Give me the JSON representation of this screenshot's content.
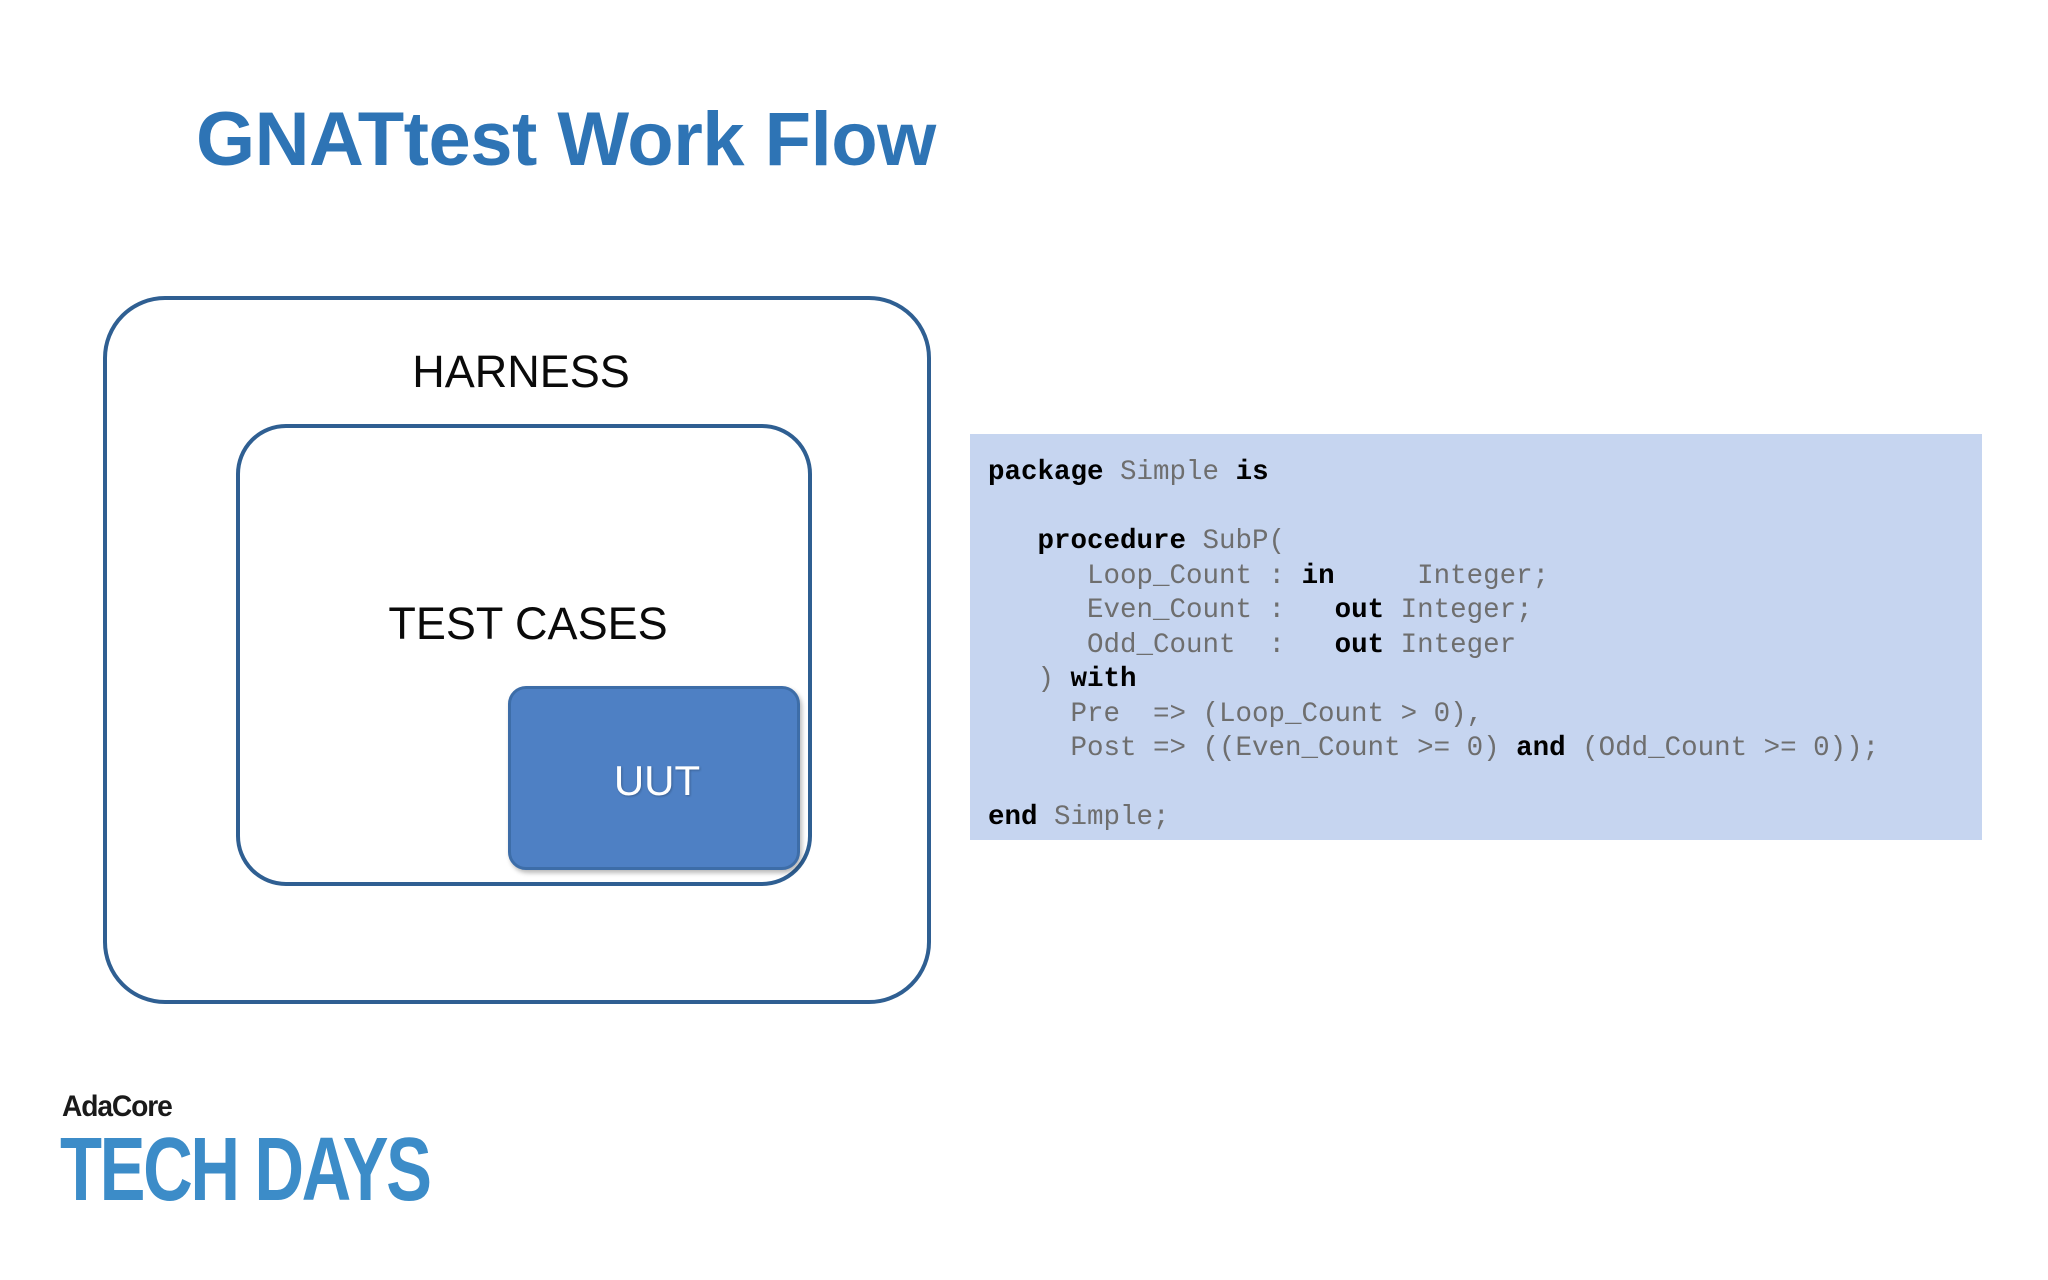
{
  "slide": {
    "title": "GNATtest Work Flow",
    "title_color": "#2E74B5",
    "background": "#FFFFFF"
  },
  "diagram": {
    "name": "nested-containment-diagram",
    "outer_label": "HARNESS",
    "inner_label": "TEST CASES",
    "core_label": "UUT",
    "border_color": "#2F5F92",
    "core_fill": "#4E80C4",
    "core_text_color": "#FFFFFF",
    "label_color": "#0A0A0A"
  },
  "code": {
    "name": "ada-package-spec",
    "background": "#C6D5F0",
    "keyword_color": "#000000",
    "identifier_color": "#6E6E6E",
    "lines": [
      {
        "segments": [
          {
            "t": "package ",
            "k": true
          },
          {
            "t": "Simple ",
            "k": false
          },
          {
            "t": "is",
            "k": true
          }
        ]
      },
      {
        "segments": [
          {
            "t": "",
            "k": false
          }
        ]
      },
      {
        "segments": [
          {
            "t": "   procedure ",
            "k": true
          },
          {
            "t": "SubP(",
            "k": false
          }
        ]
      },
      {
        "segments": [
          {
            "t": "      Loop_Count : ",
            "k": false
          },
          {
            "t": "in",
            "k": true
          },
          {
            "t": "     Integer;",
            "k": false
          }
        ]
      },
      {
        "segments": [
          {
            "t": "      Even_Count :   ",
            "k": false
          },
          {
            "t": "out",
            "k": true
          },
          {
            "t": " Integer;",
            "k": false
          }
        ]
      },
      {
        "segments": [
          {
            "t": "      Odd_Count  :   ",
            "k": false
          },
          {
            "t": "out",
            "k": true
          },
          {
            "t": " Integer",
            "k": false
          }
        ]
      },
      {
        "segments": [
          {
            "t": "   ) ",
            "k": false
          },
          {
            "t": "with",
            "k": true
          }
        ]
      },
      {
        "segments": [
          {
            "t": "     Pre  => (Loop_Count > 0),",
            "k": false
          }
        ]
      },
      {
        "segments": [
          {
            "t": "     Post => ((Even_Count >= 0) ",
            "k": false
          },
          {
            "t": "and",
            "k": true
          },
          {
            "t": " (Odd_Count >= 0));",
            "k": false
          }
        ]
      },
      {
        "segments": [
          {
            "t": "",
            "k": false
          }
        ]
      },
      {
        "segments": [
          {
            "t": "end ",
            "k": true
          },
          {
            "t": "Simple;",
            "k": false
          }
        ]
      }
    ],
    "plain_text": "package Simple is\n\n   procedure SubP(\n      Loop_Count : in     Integer;\n      Even_Count :   out Integer;\n      Odd_Count  :   out Integer\n   ) with\n     Pre  => (Loop_Count > 0),\n     Post => ((Even_Count >= 0) and (Odd_Count >= 0));\n\nend Simple;"
  },
  "logo": {
    "name": "adacore-tech-days-logo",
    "top_text": "AdaCore",
    "main_text": "TECH DAYS",
    "top_color": "#1A1A1A",
    "main_color": "#3C8CC8"
  }
}
